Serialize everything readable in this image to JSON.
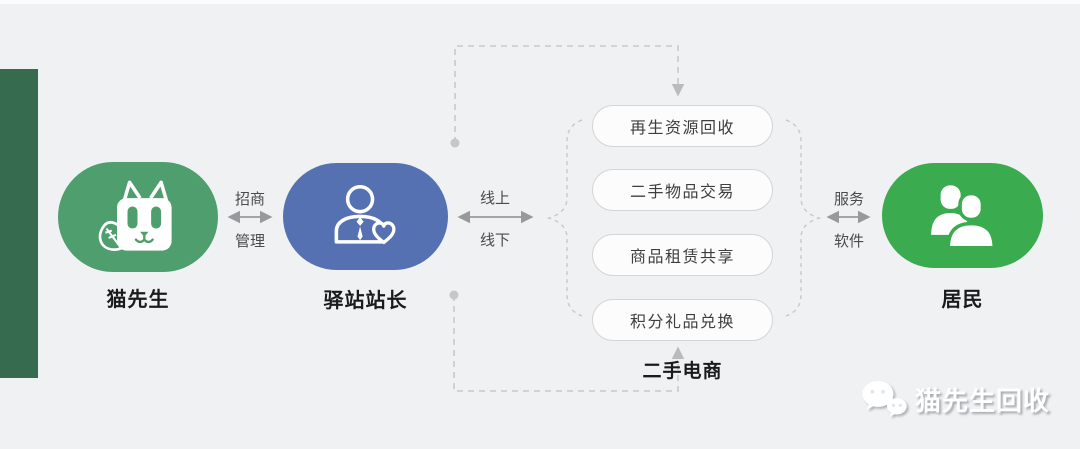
{
  "canvas": {
    "bg_color": "#eff1f2",
    "accent_bar_color": "#376b4f"
  },
  "nodes": {
    "mr_cat": {
      "label": "猫先生",
      "color": "#4f9e6e"
    },
    "station_master": {
      "label": "驿站站长",
      "color": "#5571b2"
    },
    "residents": {
      "label": "居民",
      "color": "#3aab4f"
    }
  },
  "links": {
    "cat_station": {
      "top": "招商",
      "bottom": "管理"
    },
    "station_platform": {
      "top": "线上",
      "bottom": "线下"
    },
    "platform_residents": {
      "top": "服务",
      "bottom": "软件"
    }
  },
  "platform": {
    "services": [
      "再生资源回收",
      "二手物品交易",
      "商品租赁共享",
      "积分礼品兑换"
    ],
    "group_label": "二手电商"
  },
  "watermark": {
    "text": "猫先生回收"
  }
}
